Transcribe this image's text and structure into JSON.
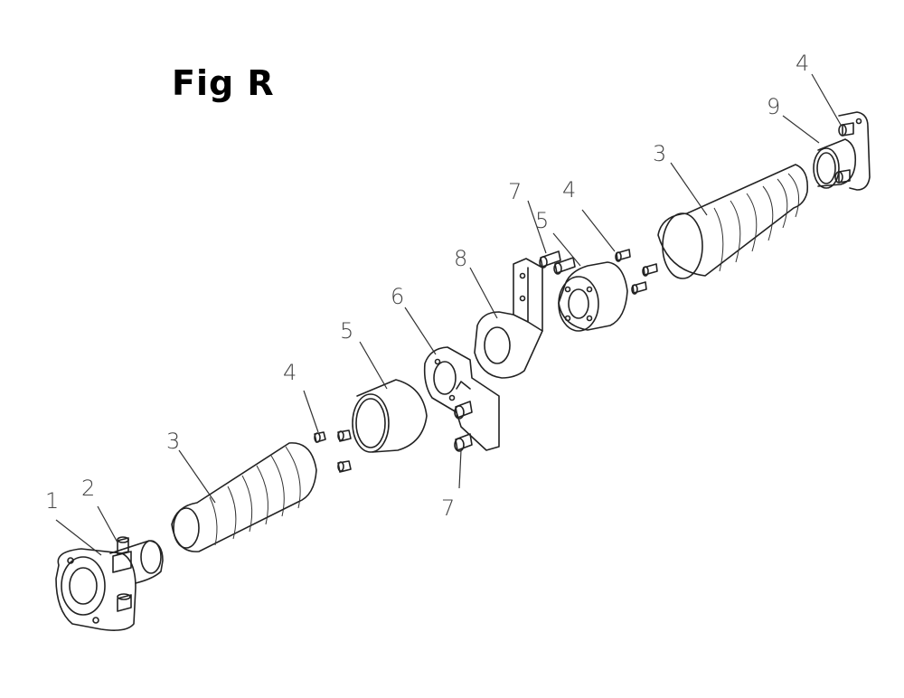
{
  "figure": {
    "title": "Fig R",
    "callouts": [
      "1",
      "2",
      "3",
      "4",
      "5",
      "6",
      "7",
      "8",
      "9"
    ]
  }
}
